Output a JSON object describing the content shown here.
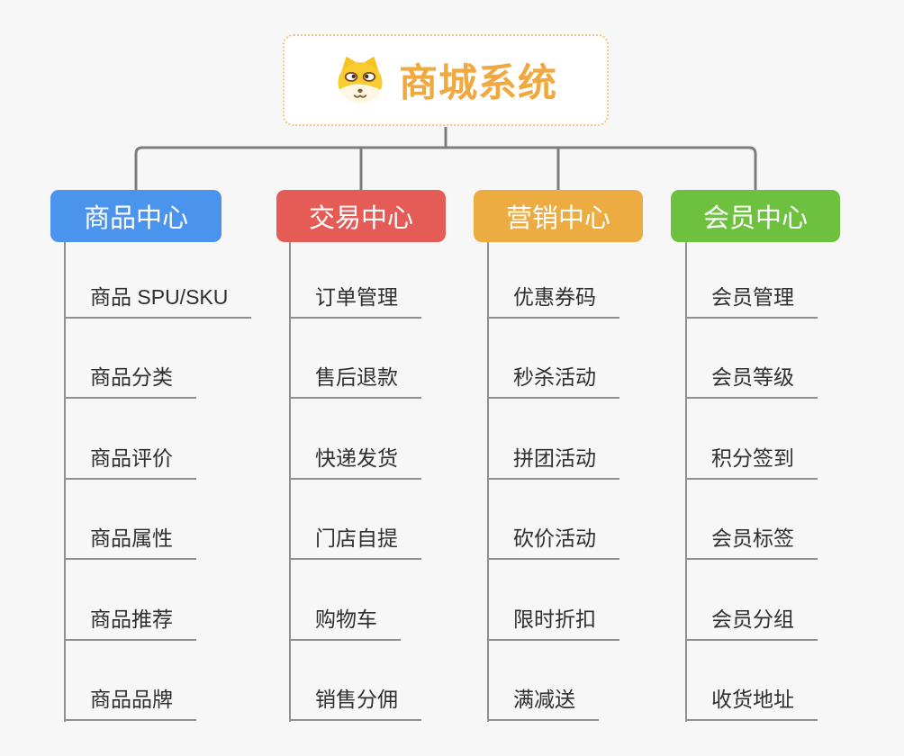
{
  "root": {
    "title": "商城系统",
    "icon": "shiba-dog-icon"
  },
  "branches": [
    {
      "label": "商品中心",
      "color": "#4b94ed",
      "items": [
        "商品 SPU/SKU",
        "商品分类",
        "商品评价",
        "商品属性",
        "商品推荐",
        "商品品牌"
      ]
    },
    {
      "label": "交易中心",
      "color": "#e55b56",
      "items": [
        "订单管理",
        "售后退款",
        "快递发货",
        "门店自提",
        "购物车",
        "销售分佣"
      ]
    },
    {
      "label": "营销中心",
      "color": "#edac41",
      "items": [
        "优惠券码",
        "秒杀活动",
        "拼团活动",
        "砍价活动",
        "限时折扣",
        "满减送"
      ]
    },
    {
      "label": "会员中心",
      "color": "#6ec13e",
      "items": [
        "会员管理",
        "会员等级",
        "积分签到",
        "会员标签",
        "会员分组",
        "收货地址"
      ]
    }
  ],
  "colors": {
    "background": "#f7f7f7",
    "connector_line": "#7d7d7d",
    "topic_underline": "#909090",
    "topic_text": "#2f2f2f",
    "root_text": "#f0a840",
    "root_border": "#f3c57e"
  }
}
